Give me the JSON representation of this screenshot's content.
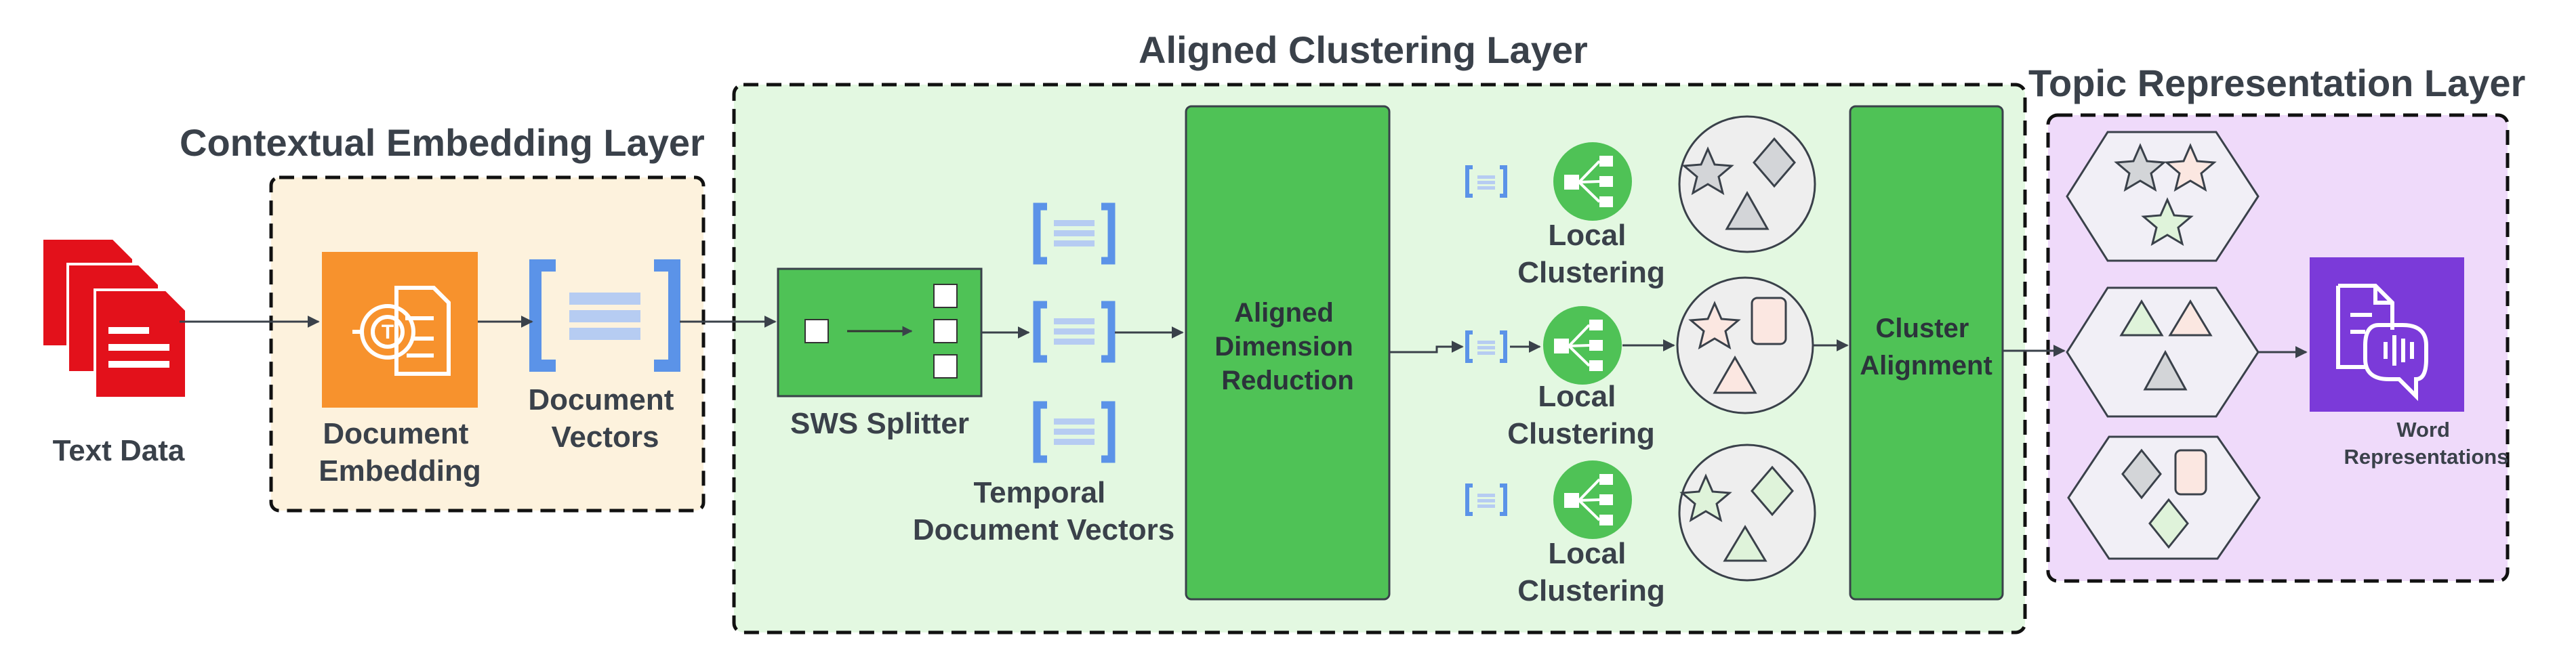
{
  "layers": {
    "contextual": {
      "title": "Contextual Embedding Layer",
      "fill": "#fdf2dd"
    },
    "aligned": {
      "title": "Aligned Clustering Layer",
      "fill": "#e3f8e1"
    },
    "topic": {
      "title": "Topic Representation Layer",
      "fill": "#efdafa"
    }
  },
  "nodes": {
    "text_data": "Text Data",
    "document_embedding": [
      "Document",
      "Embedding"
    ],
    "document_vectors": [
      "Document",
      "Vectors"
    ],
    "sws_splitter": "SWS Splitter",
    "temporal_vectors": [
      "Temporal",
      "Document Vectors"
    ],
    "aligned_reduction": [
      "Aligned",
      "Dimension",
      "Reduction"
    ],
    "local_clustering": [
      "Local",
      "Clustering"
    ],
    "cluster_alignment": [
      "Cluster",
      "Alignment"
    ],
    "word_representations": [
      "Word",
      "Representations"
    ]
  },
  "colors": {
    "text_data_icon": "#e3111b",
    "embedding_icon": "#f7922d",
    "vector_bracket": "#5b93e8",
    "vector_lines": "#b6ccf2",
    "green_box": "#4fc256",
    "word_icon": "#7b3ad9",
    "ink": "#3a414a"
  },
  "icons": {
    "text_data": "document-stack-icon",
    "embedding": "document-embedding-icon",
    "vectors": "vector-bracket-icon",
    "clustering": "cluster-tree-icon",
    "word": "word-representation-icon"
  }
}
